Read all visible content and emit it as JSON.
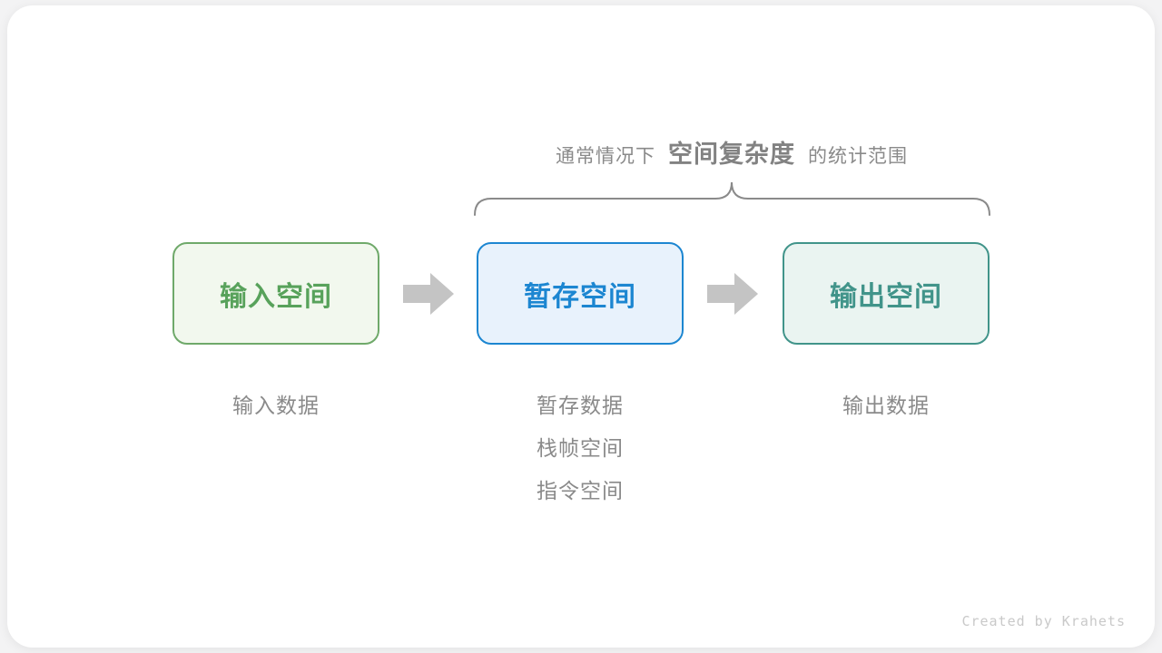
{
  "diagram": {
    "caption": {
      "prefix": "通常情况下",
      "highlight": "空间复杂度",
      "suffix": "的统计范围",
      "text_color": "#8a8a8a"
    },
    "brace": {
      "color": "#8a8a8a"
    },
    "boxes": [
      {
        "label": "输入空间",
        "border_color": "#6fa96a",
        "fill_color": "#f2f8ee",
        "text_color": "#58a25b"
      },
      {
        "label": "暂存空间",
        "border_color": "#1c86d1",
        "fill_color": "#e8f2fc",
        "text_color": "#1c86d1"
      },
      {
        "label": "输出空间",
        "border_color": "#41948a",
        "fill_color": "#eaf4f1",
        "text_color": "#41948a"
      }
    ],
    "arrows": {
      "color": "#c4c4c4",
      "direction": "right",
      "count": 2
    },
    "notes": [
      {
        "lines": [
          "输入数据"
        ]
      },
      {
        "lines": [
          "暂存数据",
          "栈帧空间",
          "指令空间"
        ]
      },
      {
        "lines": [
          "输出数据"
        ]
      }
    ],
    "note_text_color": "#8a8a8a",
    "footer": {
      "credit": "Created by Krahets",
      "text_color": "#c9c9c9"
    }
  }
}
